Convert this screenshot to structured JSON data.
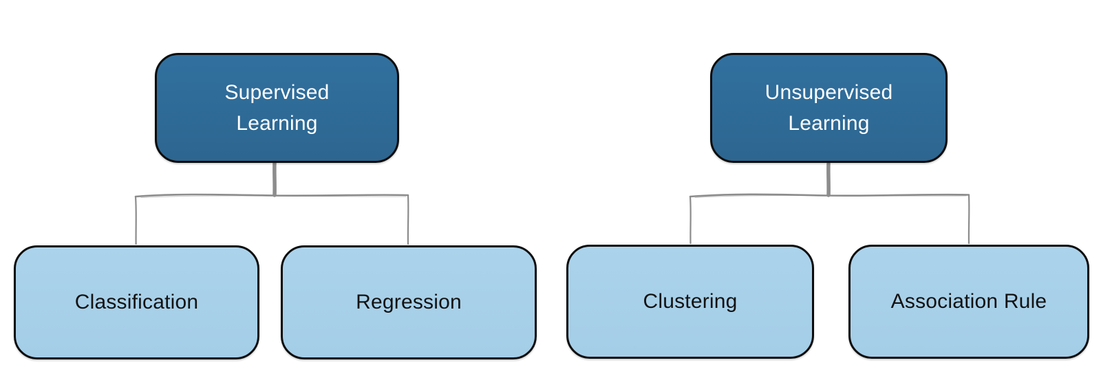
{
  "diagram": {
    "type": "tree-diagram",
    "colors": {
      "background": "#FFFFFF",
      "parent_fill": "#2E6996",
      "parent_text": "#FFFFFF",
      "child_fill": "#A8D1EA",
      "child_text": "#121212",
      "node_border": "#0C0C0C",
      "connector": "#8C8C8C"
    },
    "nodes": {
      "supervised": {
        "label": "Supervised Learning",
        "level": "root"
      },
      "classification": {
        "label": "Classification",
        "level": "child"
      },
      "regression": {
        "label": "Regression",
        "level": "child"
      },
      "unsupervised": {
        "label": "Unsupervised Learning",
        "level": "root"
      },
      "clustering": {
        "label": "Clustering",
        "level": "child"
      },
      "association_rule": {
        "label": "Association Rule",
        "level": "child"
      }
    },
    "edges": [
      {
        "from": "Supervised Learning",
        "to": "Classification"
      },
      {
        "from": "Supervised Learning",
        "to": "Regression"
      },
      {
        "from": "Unsupervised Learning",
        "to": "Clustering"
      },
      {
        "from": "Unsupervised Learning",
        "to": "Association Rule"
      }
    ]
  }
}
